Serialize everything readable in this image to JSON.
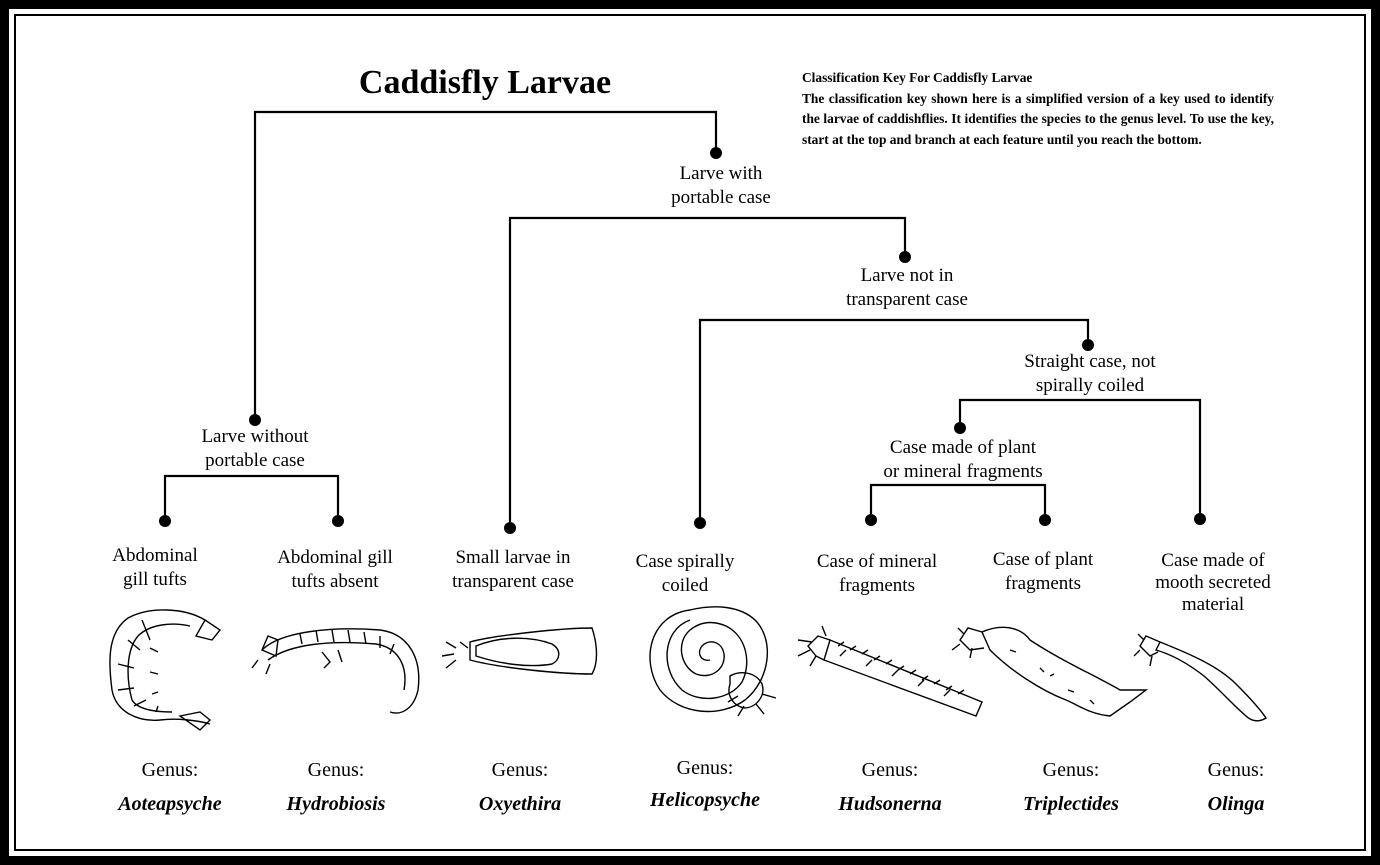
{
  "title": "Caddisfly Larvae",
  "info": {
    "heading": "Classification Key For Caddisfly Larvae",
    "body": "The classification key shown here is a simplified version of a key used to identify the larvae of caddishflies. It identifies the species to the genus level. To use the key, start at the top and branch at each feature until you reach the bottom."
  },
  "nodes": {
    "portable": [
      "Larve with",
      "portable case"
    ],
    "not_transparent": [
      "Larve not in",
      "transparent case"
    ],
    "straight": [
      "Straight case, not",
      "spirally coiled"
    ],
    "without_portable": [
      "Larve without",
      "portable case"
    ],
    "plant_mineral": [
      "Case made of plant",
      "or mineral fragments"
    ]
  },
  "leaves": [
    {
      "label": [
        "Abdominal",
        "gill tufts"
      ],
      "genus_label": "Genus:",
      "genus": "Aoteapsyche",
      "icon": "aoteapsyche-larva-icon"
    },
    {
      "label": [
        "Abdominal gill",
        "tufts absent"
      ],
      "genus_label": "Genus:",
      "genus": "Hydrobiosis",
      "icon": "hydrobiosis-larva-icon"
    },
    {
      "label": [
        "Small larvae in",
        "transparent case"
      ],
      "genus_label": "Genus:",
      "genus": "Oxyethira",
      "icon": "oxyethira-case-icon"
    },
    {
      "label": [
        "Case spirally",
        "coiled"
      ],
      "genus_label": "Genus:",
      "genus": "Helicopsyche",
      "icon": "spiral-shell-icon"
    },
    {
      "label": [
        "Case of mineral",
        "fragments"
      ],
      "genus_label": "Genus:",
      "genus": "Hudsonerna",
      "icon": "mineral-case-icon"
    },
    {
      "label": [
        "Case of plant",
        "fragments"
      ],
      "genus_label": "Genus:",
      "genus": "Triplectides",
      "icon": "plant-case-icon"
    },
    {
      "label": [
        "Case made of",
        "mooth secreted",
        "material"
      ],
      "genus_label": "Genus:",
      "genus": "Olinga",
      "icon": "secreted-tube-icon"
    }
  ]
}
